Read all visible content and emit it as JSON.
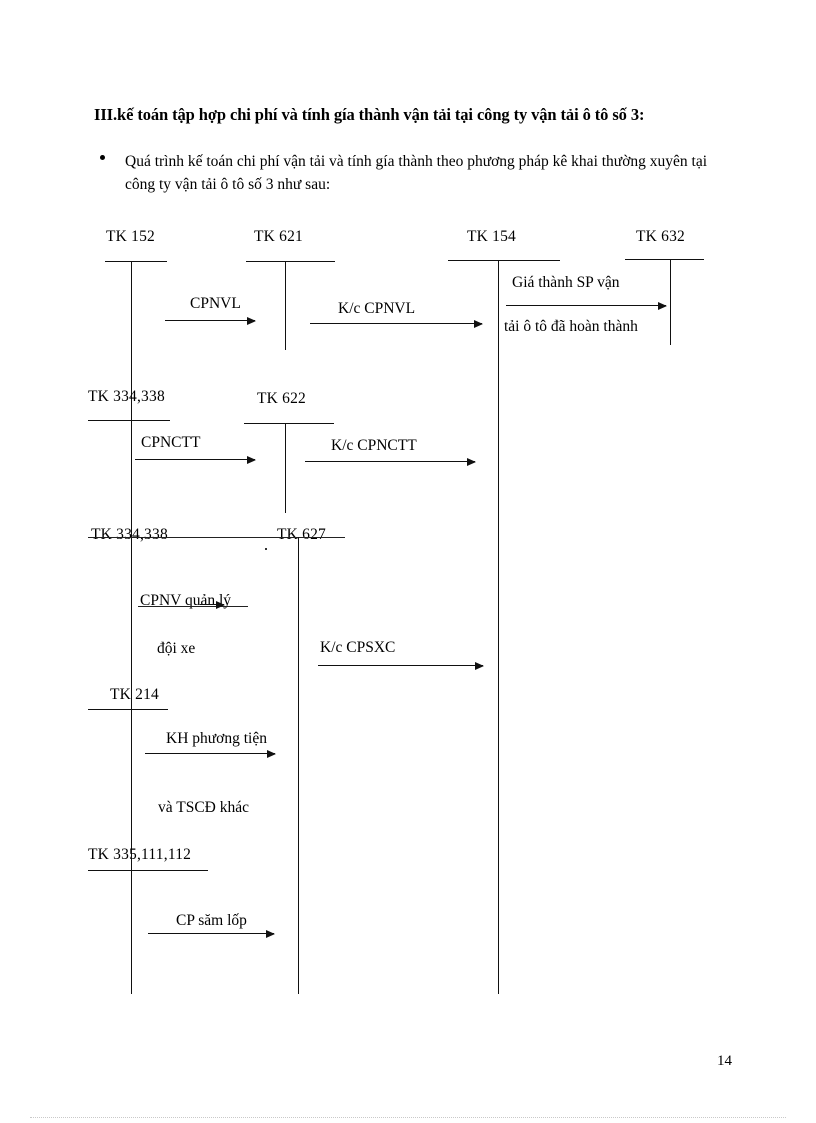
{
  "document": {
    "heading": "III.kế toán tập hợp chi phí và tính gía thành vận tải tại công ty vận tải ô tô số 3:",
    "bullet": "Quá trình kế toán chi phí vận tải và tính gía thành theo phương pháp kê khai thường xuyên tại công ty vận tải  ô tô số 3 như sau:",
    "page_number": "14"
  },
  "diagram": {
    "accounts": [
      {
        "id": "tk152",
        "label": "TK 152"
      },
      {
        "id": "tk621",
        "label": "TK  621"
      },
      {
        "id": "tk154",
        "label": "TK 154"
      },
      {
        "id": "tk632",
        "label": "TK 632"
      },
      {
        "id": "tk334338a",
        "label": "TK 334,338"
      },
      {
        "id": "tk622",
        "label": "TK  622"
      },
      {
        "id": "tk334338b",
        "label": "TK 334,338"
      },
      {
        "id": "tk627",
        "label": "TK 627"
      },
      {
        "id": "tk214",
        "label": "TK 214"
      },
      {
        "id": "tk335111112",
        "label": "TK 335,111,112"
      }
    ],
    "flows": [
      {
        "id": "cpnvl",
        "label": "CPNVL"
      },
      {
        "id": "kc-cpnvl",
        "label": "K/c CPNVL"
      },
      {
        "id": "gia-thanh-1",
        "label": "Giá thành SP vận"
      },
      {
        "id": "gia-thanh-2",
        "label": "tải ô tô đã hoàn thành"
      },
      {
        "id": "cpnctt",
        "label": "CPNCTT"
      },
      {
        "id": "kc-cpnctt",
        "label": "K/c CPNCTT"
      },
      {
        "id": "cpnv-quanly",
        "label": "CPNV quản lý"
      },
      {
        "id": "doi-xe",
        "label": "đội xe"
      },
      {
        "id": "kc-cpsxc",
        "label": "K/c CPSXC"
      },
      {
        "id": "kh-phuongtien",
        "label": "KH phương tiện"
      },
      {
        "id": "va-tscd-khac",
        "label": "và TSCĐ khác"
      },
      {
        "id": "cp-sam-lop",
        "label": "CP săm lốp"
      }
    ]
  }
}
